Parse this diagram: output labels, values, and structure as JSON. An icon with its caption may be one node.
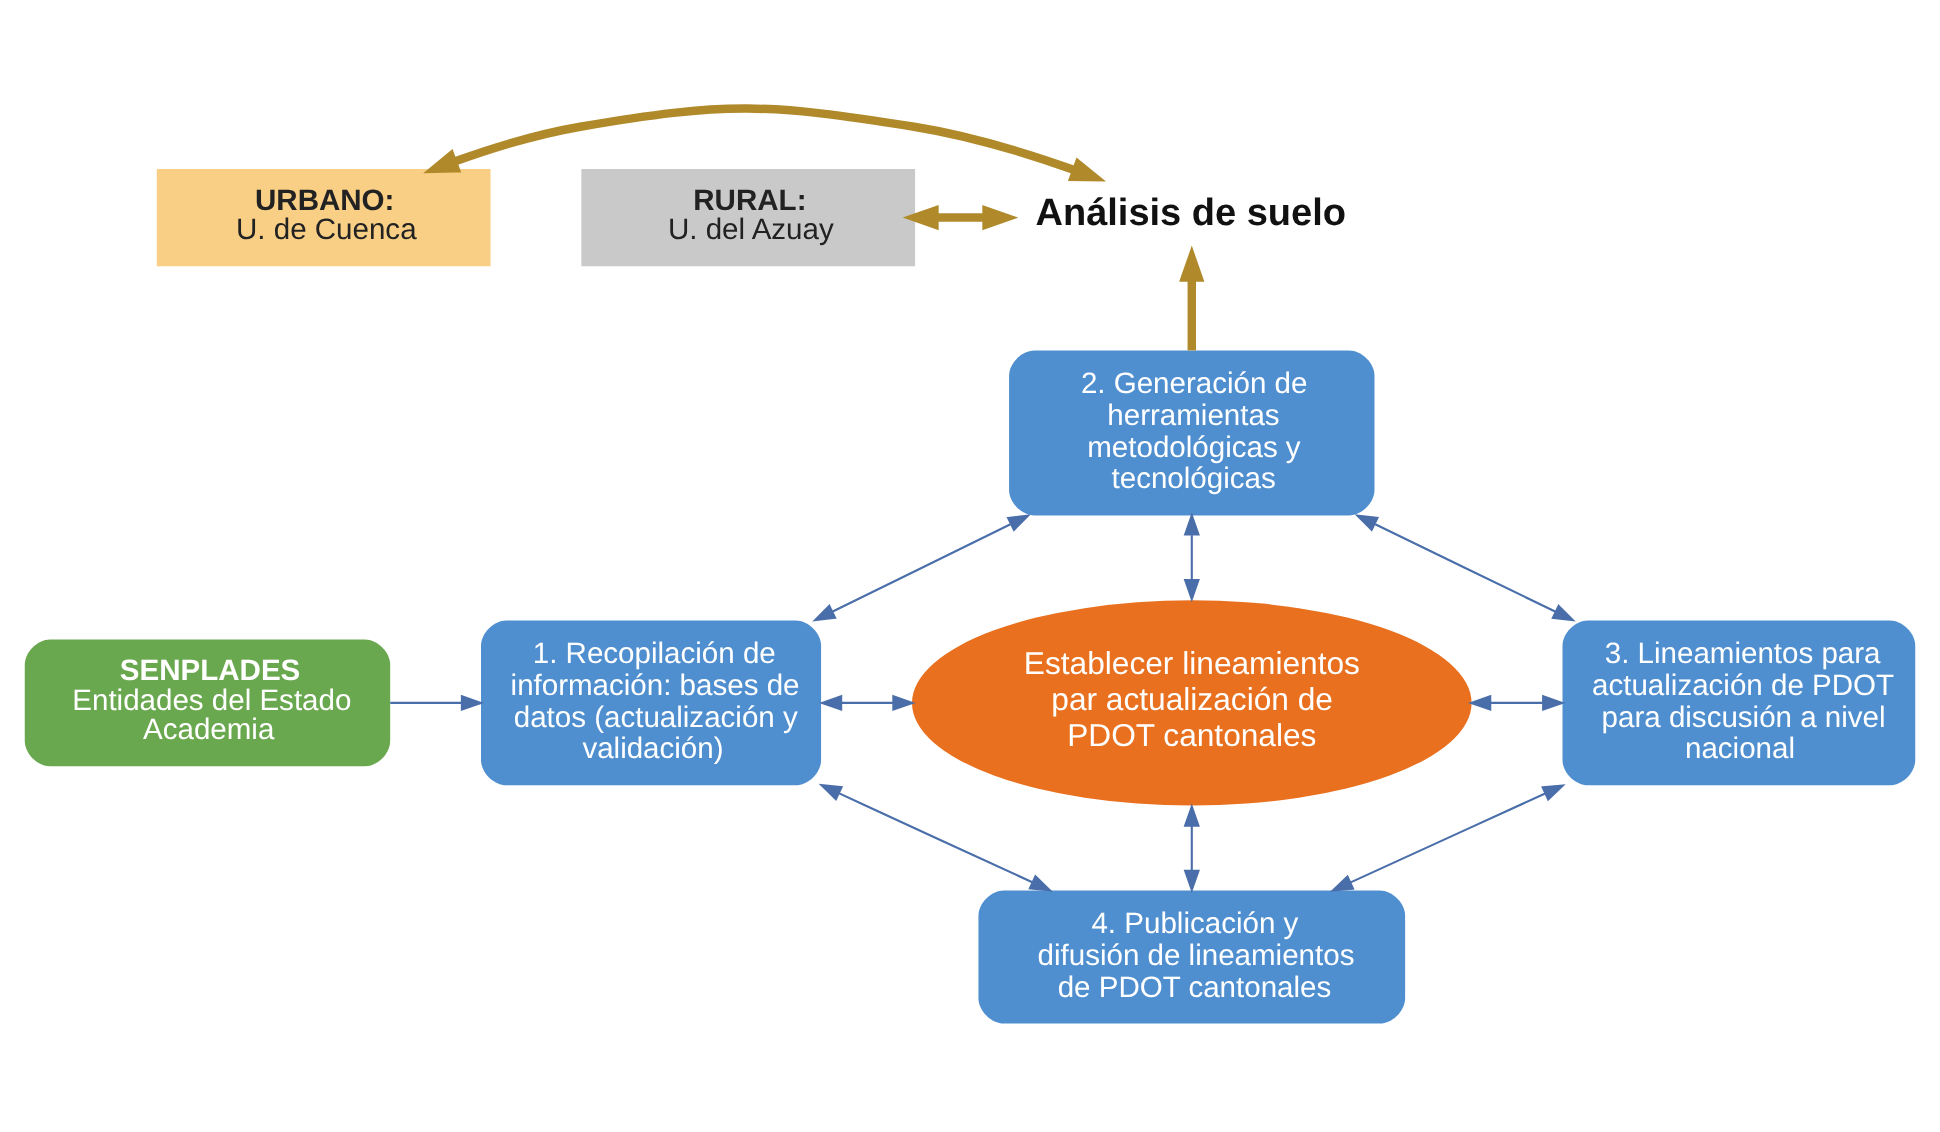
{
  "diagram": {
    "nodes": [
      {
        "text": [
          "URBANO:",
          "U. de Cuenca"
        ]
      },
      {
        "text": [
          "Análisis de suelo"
        ]
      },
      {
        "text": [
          "RURAL:",
          "U. del Azuay"
        ]
      },
      {
        "text": [
          "2. Generación de herramientas metodológicas y tecnológicas"
        ]
      },
      {
        "text": [
          "SENPLADES",
          "Entidades del Estado Academia"
        ]
      },
      {
        "text": [
          "1. Recopilación de información: bases de datos (actualización y validación)"
        ]
      },
      {
        "text": [
          "Establecer lineamientos par actualización de PDOT cantonales"
        ]
      },
      {
        "text": [
          "3. Lineamientos para actualización de PDOT para discusión a nivel nacional"
        ]
      },
      {
        "text": [
          "4. Publicación y difusión de lineamientos de PDOT cantonales"
        ]
      }
    ],
    "edges": [
      {
        "from": 0,
        "to": 1,
        "arrow": "both",
        "color": "#b08a2a",
        "style": "thick"
      },
      {
        "from": 2,
        "to": 1,
        "arrow": "both",
        "color": "#b08a2a",
        "style": "thick"
      },
      {
        "from": 3,
        "to": 1,
        "arrow": "to",
        "color": "#b08a2a",
        "style": "thick"
      },
      {
        "from": 5,
        "to": 3,
        "arrow": "both"
      },
      {
        "from": 3,
        "to": 7,
        "arrow": "both"
      },
      {
        "from": 3,
        "to": 6,
        "arrow": "both"
      },
      {
        "from": 4,
        "to": 5,
        "arrow": "to"
      },
      {
        "from": 5,
        "to": 6,
        "arrow": "both"
      },
      {
        "from": 6,
        "to": 7,
        "arrow": "both"
      },
      {
        "from": 6,
        "to": 8,
        "arrow": "both"
      },
      {
        "from": 5,
        "to": 8,
        "arrow": "both"
      },
      {
        "from": 7,
        "to": 8,
        "arrow": "both"
      }
    ]
  }
}
